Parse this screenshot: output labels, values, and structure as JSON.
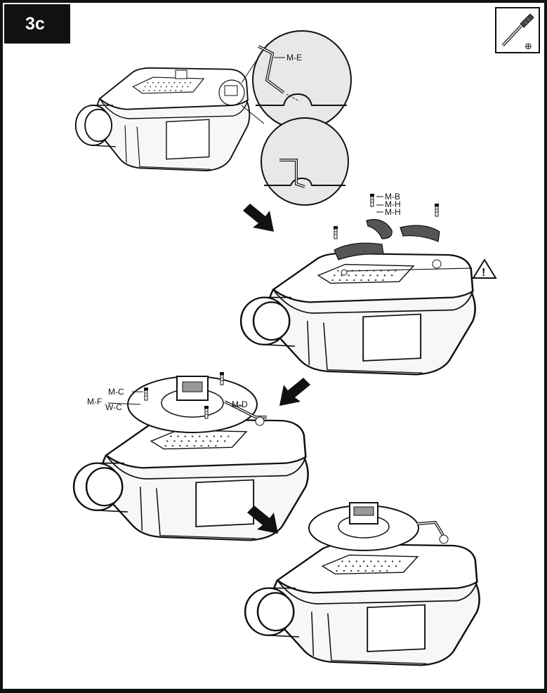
{
  "step": {
    "label": "3c"
  },
  "tool": {
    "icon": "phillips-screwdriver-icon",
    "symbol": "⊕"
  },
  "parts": {
    "m_e": "M-E",
    "m_b": "M-B",
    "m_h_1": "M-H",
    "m_h_2": "M-H",
    "m_c": "M-C",
    "m_f": "M-F",
    "w_c": "W-C",
    "m_d": "M-D"
  },
  "warning": {
    "icon": "warning-triangle-icon",
    "symbol": "!"
  }
}
